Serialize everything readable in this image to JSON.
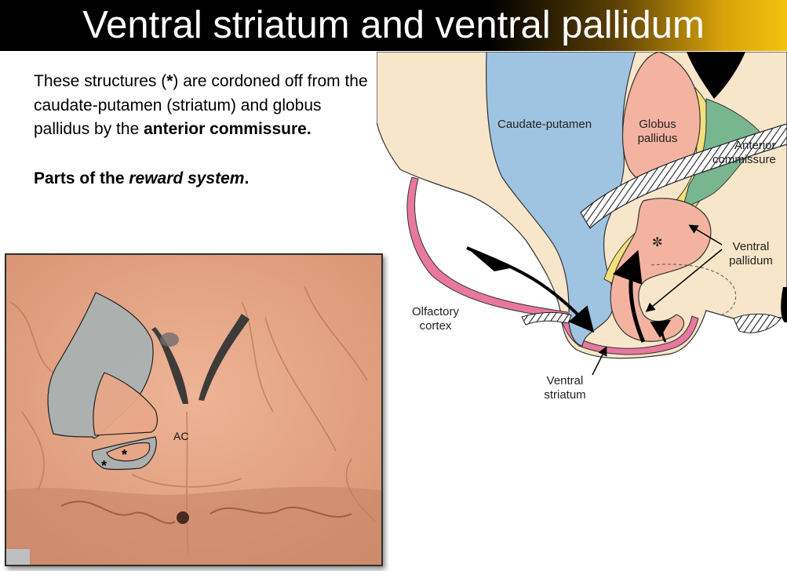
{
  "title": "Ventral striatum and ventral pallidum",
  "text": {
    "p1_a": "These structures (",
    "p1_star": "*",
    "p1_b": ") are cordoned off from the caudate-putamen (striatum) and globus pallidus by the ",
    "p1_bold": "anterior commissure.",
    "p2_a": "Parts of the ",
    "p2_italic": "reward system",
    "p2_b": "."
  },
  "photo": {
    "label_ac": "AC",
    "star_1": "*",
    "star_2": "*"
  },
  "diagram": {
    "caudate_putamen": "Caudate-putamen",
    "globus_1": "Globus",
    "globus_2": "pallidus",
    "anterior_1": "Anterior",
    "anterior_2": "commissure",
    "ventral_pallidum_1": "Ventral",
    "ventral_pallidum_2": "pallidum",
    "olfactory_1": "Olfactory",
    "olfactory_2": "cortex",
    "ventral_striatum_1": "Ventral",
    "ventral_striatum_2": "striatum",
    "star": "✼"
  },
  "colors": {
    "caudate": "#9fc4e2",
    "globus": "#f3b3a0",
    "yellow": "#f4e07b",
    "green": "#78b690",
    "olfactory": "#e8789e",
    "tissue": "#f7e6ca"
  }
}
